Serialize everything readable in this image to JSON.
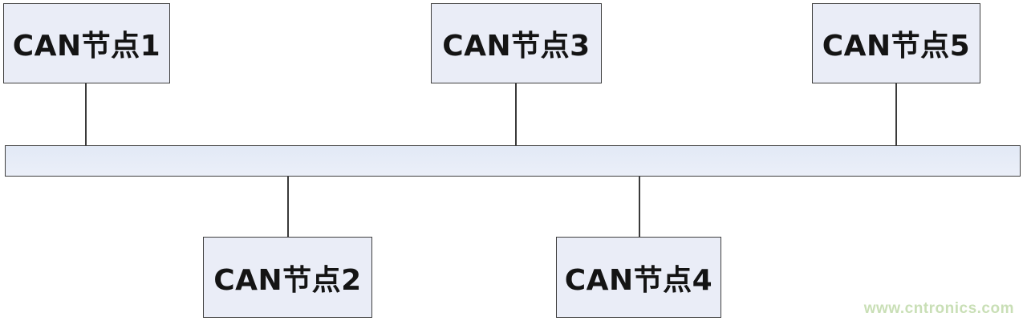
{
  "diagram": {
    "type": "bus-topology",
    "nodes": [
      {
        "id": "can-node-1",
        "label": "CAN节点1"
      },
      {
        "id": "can-node-2",
        "label": "CAN节点2"
      },
      {
        "id": "can-node-3",
        "label": "CAN节点3"
      },
      {
        "id": "can-node-4",
        "label": "CAN节点4"
      },
      {
        "id": "can-node-5",
        "label": "CAN节点5"
      }
    ],
    "bus": {
      "description": "shared horizontal CAN bus bar connecting all nodes"
    },
    "colors": {
      "node_fill": "#eaedf7",
      "node_border": "#3f3f3f",
      "bus_fill": "#e6ecf7",
      "connector": "#3a3a3a",
      "watermark_text": "#c9dfb6",
      "node_text": "#141414"
    }
  },
  "watermark": {
    "text": "www.cntronics.com"
  }
}
